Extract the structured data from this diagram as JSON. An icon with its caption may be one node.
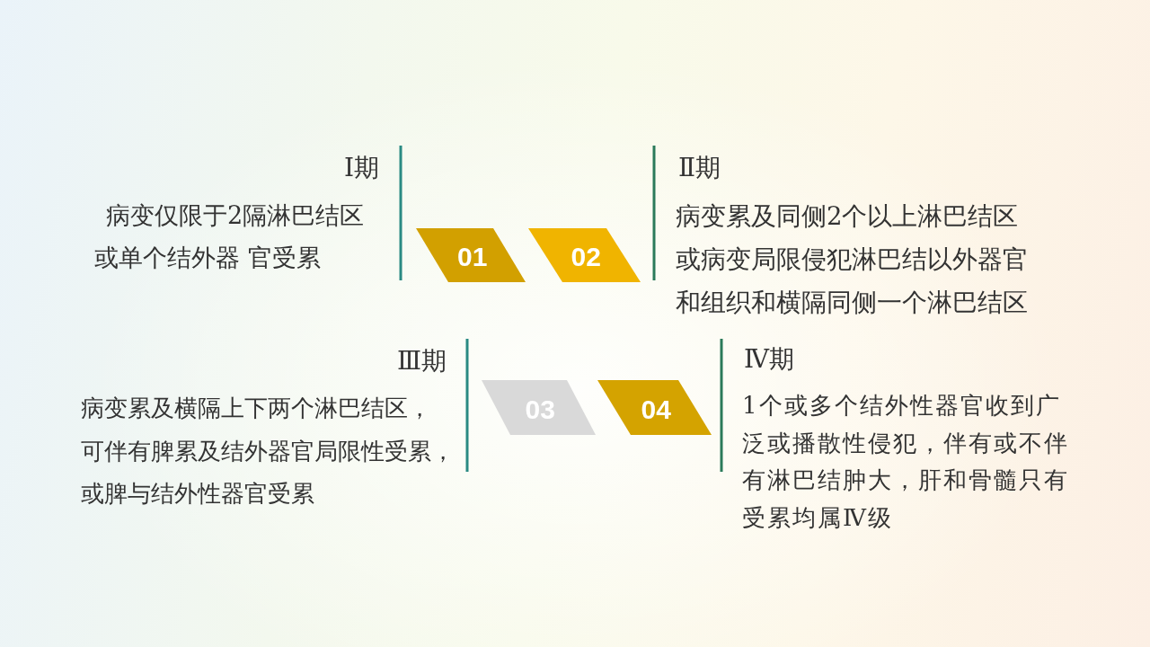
{
  "diagram": {
    "nodes": [
      {
        "text": [
          "01"
        ],
        "beside": [
          "Ⅰ期",
          "病变仅限于2隔淋巴结区或单个结外器 官受累"
        ]
      },
      {
        "text": [
          "02"
        ],
        "beside": [
          "Ⅱ期",
          "病变累及同侧2个以上淋巴结区或病变局限侵犯淋巴结以外器官和组织和横隔同侧一个淋巴结区"
        ]
      },
      {
        "text": [
          "03"
        ],
        "beside": [
          "Ⅲ期",
          "病变累及横隔上下两个淋巴结区，可伴有脾累及结外器官局限性受累，或脾与结外性器官受累"
        ]
      },
      {
        "text": [
          "04"
        ],
        "beside": [
          "Ⅳ期",
          "1个或多个结外性器官收到广泛或播散性侵犯，伴有或不伴有淋巴结肿大，肝和骨髓只有受累均属Ⅳ级"
        ]
      }
    ]
  }
}
